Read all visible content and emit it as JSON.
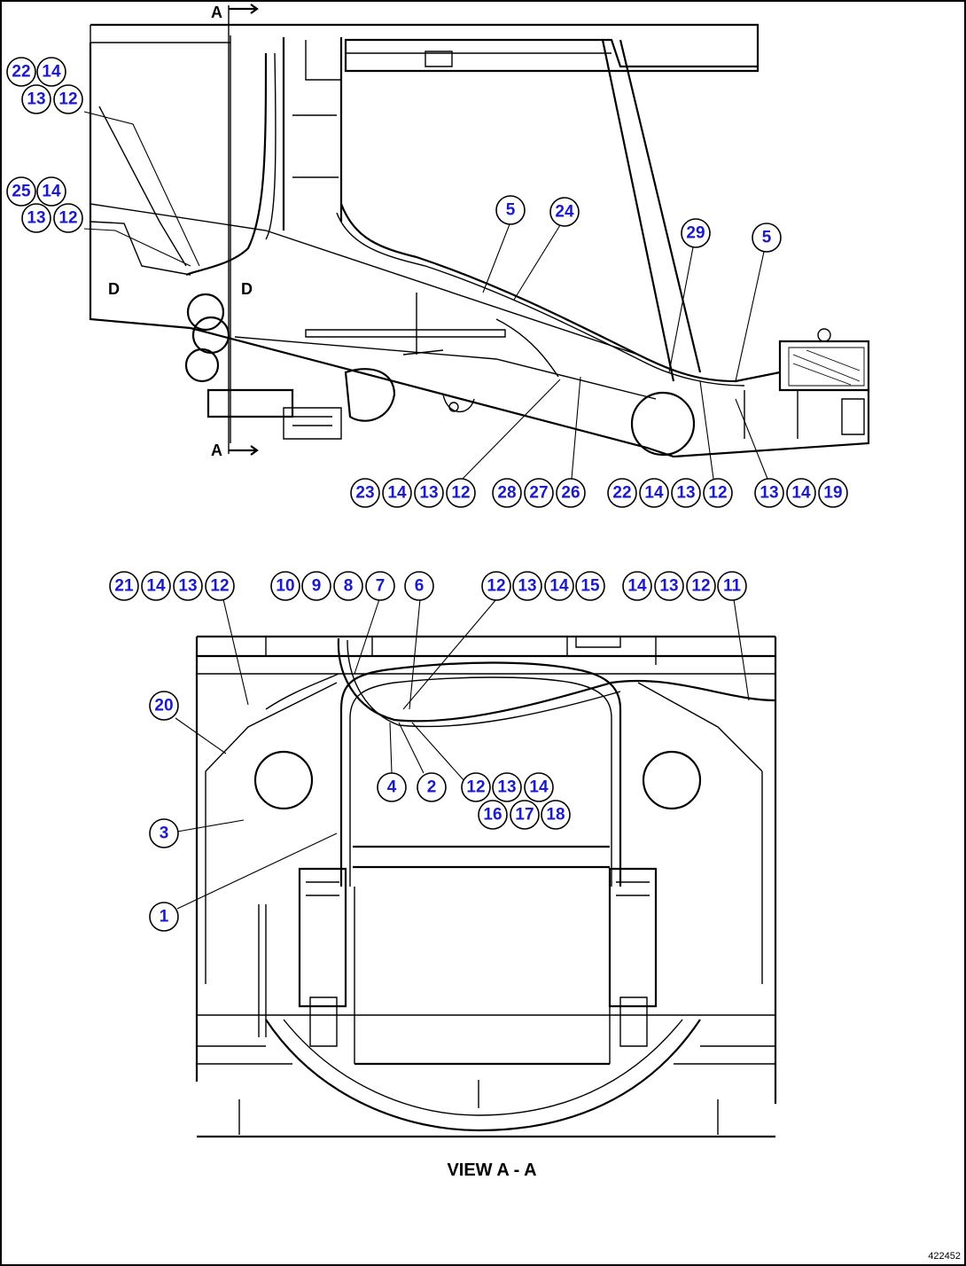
{
  "view_title": "VIEW A - A",
  "drawing_code": "422452",
  "section_marks": [
    "A",
    "A"
  ],
  "detail_marks": [
    "D",
    "D"
  ],
  "callouts": {
    "top": {
      "g1": [
        "22",
        "14",
        "13",
        "12"
      ],
      "g2": [
        "25",
        "14",
        "13",
        "12"
      ],
      "b5a": "5",
      "b24": "24",
      "b29": "29",
      "b5b": "5",
      "row": [
        "23",
        "14",
        "13",
        "12",
        "28",
        "27",
        "26",
        "22",
        "14",
        "13",
        "12",
        "13",
        "14",
        "19"
      ]
    },
    "bottom": {
      "row_a": [
        "21",
        "14",
        "13",
        "12"
      ],
      "row_b": [
        "10",
        "9",
        "8",
        "7",
        "6"
      ],
      "row_c": [
        "12",
        "13",
        "14",
        "15"
      ],
      "row_d": [
        "14",
        "13",
        "12",
        "11"
      ],
      "b20": "20",
      "b3": "3",
      "b1": "1",
      "b4": "4",
      "b2": "2",
      "row_e": [
        "12",
        "13",
        "14"
      ],
      "row_f": [
        "16",
        "17",
        "18"
      ]
    }
  }
}
